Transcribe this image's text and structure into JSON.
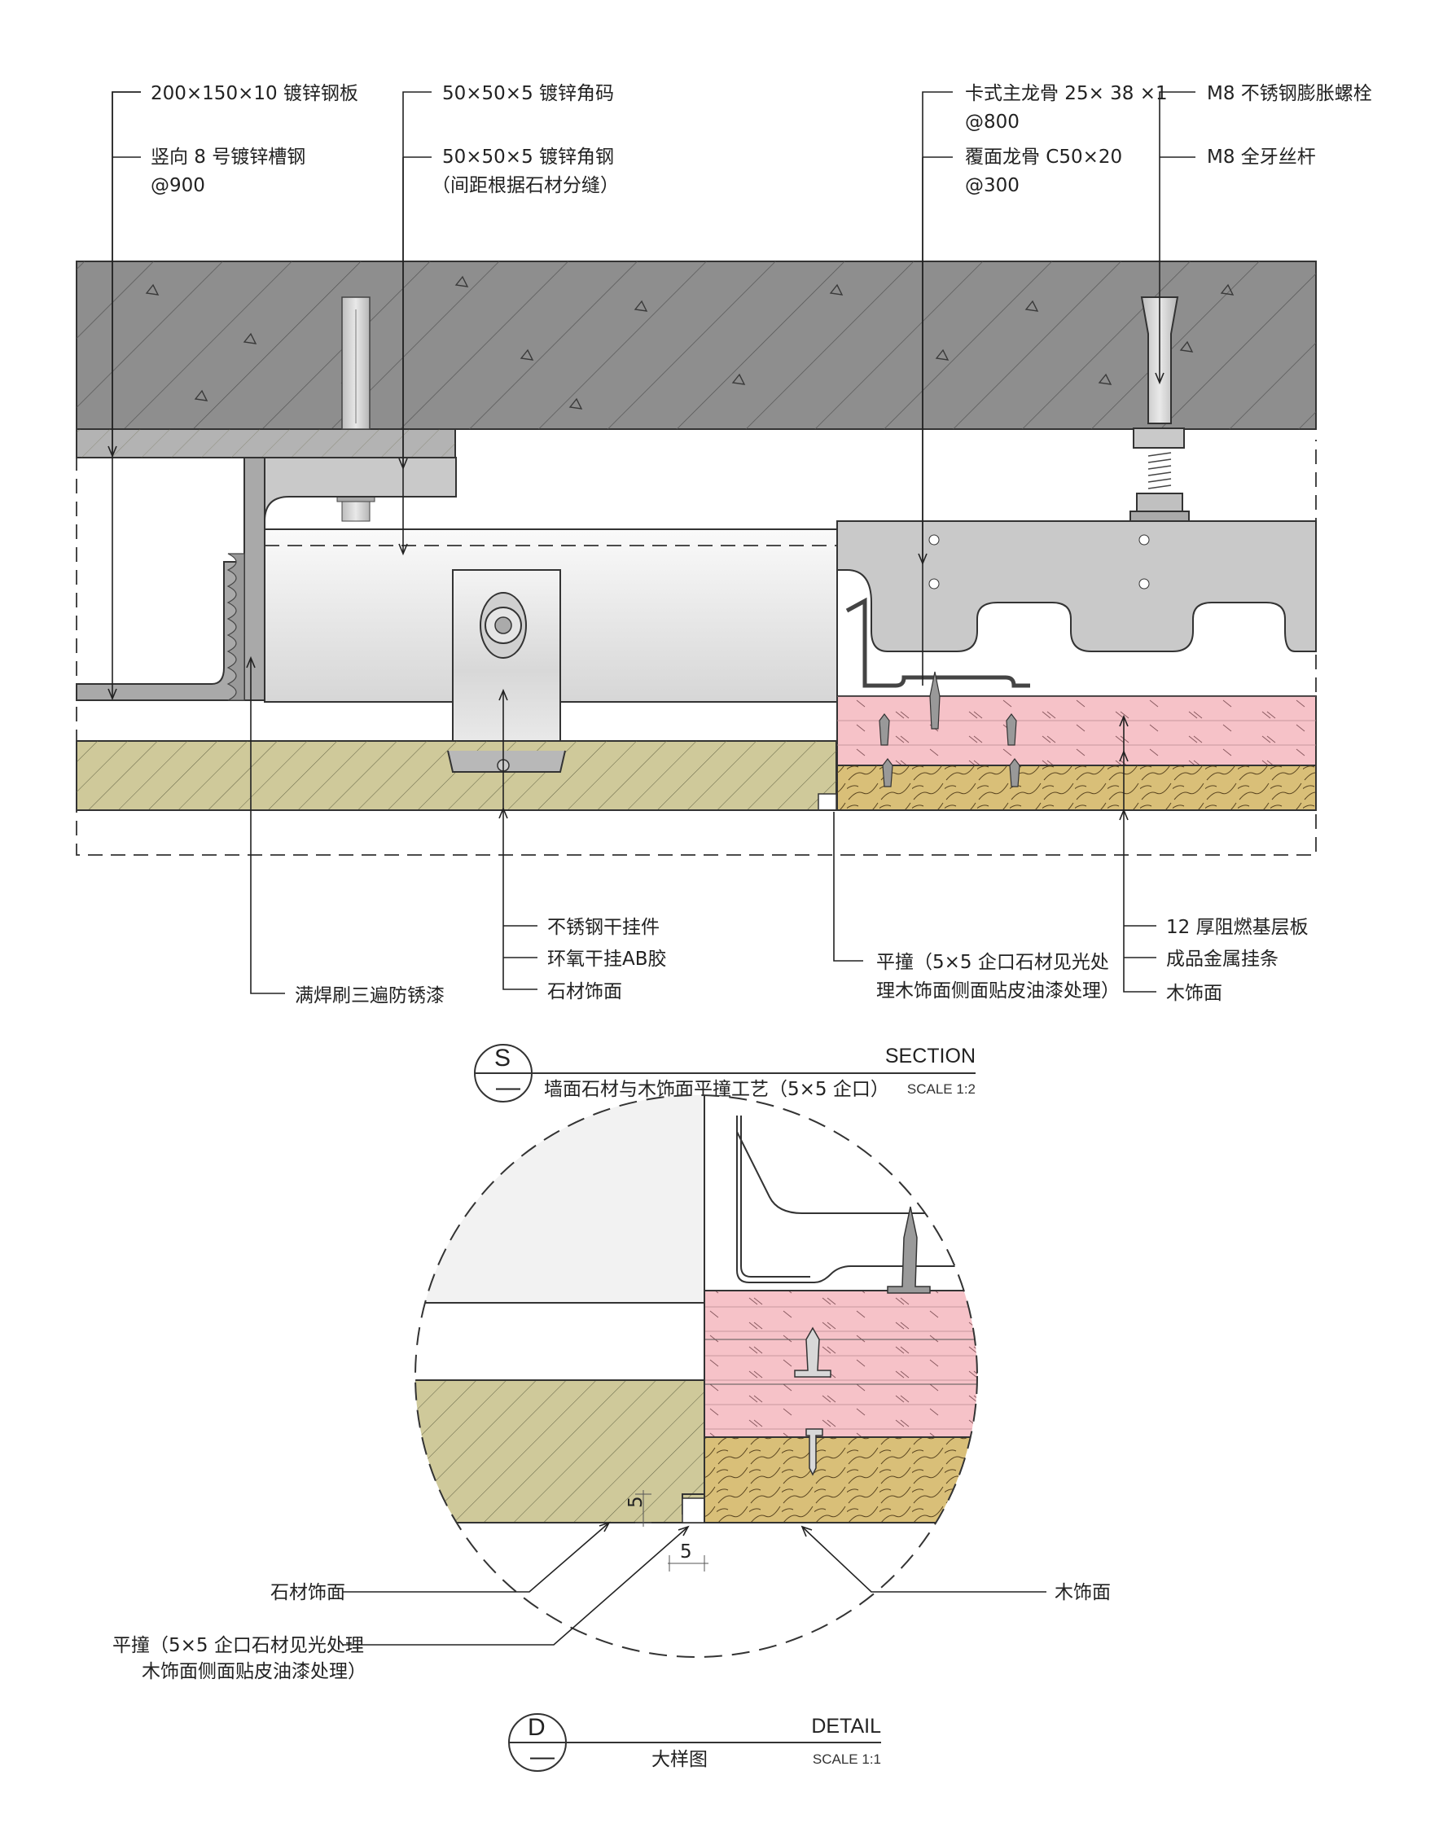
{
  "labels": {
    "l1": "200×150×10 镀锌钢板",
    "l2": "竖向 8 号镀锌槽钢",
    "l2b": "@900",
    "l3": "50×50×5 镀锌角码",
    "l4": "50×50×5 镀锌角钢",
    "l4b": "（间距根据石材分缝）",
    "l5": "卡式主龙骨 25× 38 ×1",
    "l5b": "@800",
    "l6": "覆面龙骨 C50×20",
    "l6b": "@300",
    "l7": "M8 不锈钢膨胀螺栓",
    "l8": "M8 全牙丝杆",
    "l9": "不锈钢干挂件",
    "l10": "环氧干挂AB胶",
    "l11": "石材饰面",
    "l12": "满焊刷三遍防锈漆",
    "l13": "平撞（5×5 企口石材见光处",
    "l13b": "理木饰面侧面贴皮油漆处理）",
    "l14": "12 厚阻燃基层板",
    "l15": "成品金属挂条",
    "l16": "木饰面"
  },
  "section_title": {
    "symbol": "S",
    "sub": "—",
    "kind": "SECTION",
    "name": "墙面石材与木饰面平撞工艺（5×5 企口）",
    "scale": "SCALE 1:2"
  },
  "detail": {
    "stone": "石材饰面",
    "wood": "木饰面",
    "joint_a": "平撞（5×5 企口石材见光处理",
    "joint_b": "木饰面侧面贴皮油漆处理）",
    "dim_v": "5",
    "dim_h": "5"
  },
  "detail_title": {
    "symbol": "D",
    "sub": "—",
    "kind": "DETAIL",
    "name": "大样图",
    "scale": "SCALE 1:1"
  },
  "colors": {
    "concrete": "#8c8c8c",
    "stone": "#cfc99a",
    "board": "#f6c2c8",
    "wood": "#d9bf78",
    "steel": "#c4c4c4"
  }
}
